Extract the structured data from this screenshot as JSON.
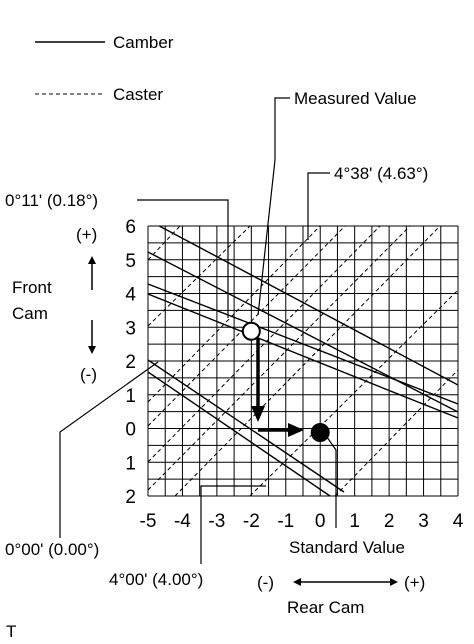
{
  "legend": {
    "camber_label": "Camber",
    "caster_label": "Caster"
  },
  "labels": {
    "measured_value": "Measured Value",
    "standard_value": "Standard Value",
    "camber_0_11": "0°11' (0.18°)",
    "camber_0_00": "0°00' (0.00°)",
    "caster_4_38": "4°38' (4.63°)",
    "caster_4_00": "4°00' (4.00°)",
    "front_cam_line1": "Front",
    "front_cam_line2": "Cam",
    "rear_cam": "Rear Cam",
    "plus": "(+)",
    "minus": "(-)",
    "corner_mark": "T"
  },
  "axes": {
    "x_ticks": [
      "-5",
      "-4",
      "-3",
      "-2",
      "-1",
      "0",
      "1",
      "2",
      "3",
      "4"
    ],
    "y_ticks": [
      "6",
      "5",
      "4",
      "3",
      "2",
      "1",
      "0",
      "1",
      "2"
    ]
  },
  "points": {
    "measured": {
      "rear_cam": -2,
      "front_cam": 3
    },
    "standard": {
      "rear_cam": 0,
      "front_cam": 0
    }
  }
}
